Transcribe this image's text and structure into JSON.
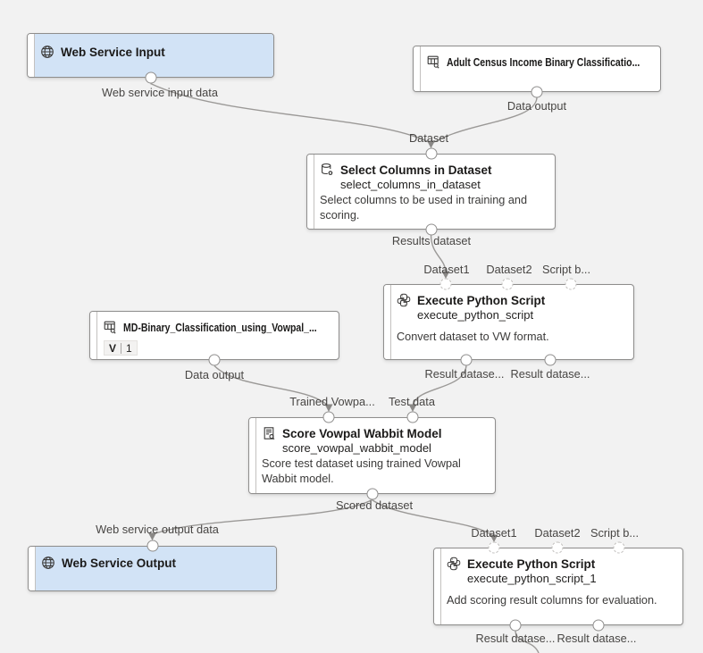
{
  "canvas": {
    "background_color": "#f2f2f2",
    "node_fill": "#ffffff",
    "web_service_node_fill": "#d2e3f6",
    "node_border_color": "#8f8e8d",
    "edge_color": "#9b9997",
    "port_fill": "#ffffff"
  },
  "nodes": [
    {
      "id": "web-service-input",
      "title": "Web Service Input",
      "icon": "globe-icon",
      "outputs": [
        {
          "label": "Web service input data"
        }
      ]
    },
    {
      "id": "adult-census-income-dataset",
      "title": "Adult Census Income Binary Classificatio...",
      "icon": "dataset-search-icon",
      "outputs": [
        {
          "label": "Data output"
        }
      ]
    },
    {
      "id": "select-columns-in-dataset",
      "title": "Select Columns in Dataset",
      "subtitle": "select_columns_in_dataset",
      "description": "Select columns to be used in training and scoring.",
      "icon": "select-columns-icon",
      "inputs": [
        {
          "label": "Dataset"
        }
      ],
      "outputs": [
        {
          "label": "Results dataset"
        }
      ]
    },
    {
      "id": "execute-python-script",
      "title": "Execute Python Script",
      "subtitle": "execute_python_script",
      "description": "Convert dataset to VW format.",
      "icon": "python-icon",
      "inputs": [
        {
          "label": "Dataset1"
        },
        {
          "label": "Dataset2"
        },
        {
          "label": "Script b..."
        }
      ],
      "outputs": [
        {
          "label": "Result datase..."
        },
        {
          "label": "Result datase..."
        }
      ]
    },
    {
      "id": "md-binary-classification-dataset",
      "title": "MD-Binary_Classification_using_Vowpal_...",
      "icon": "dataset-search-icon",
      "version_label": "V",
      "version_value": "1",
      "outputs": [
        {
          "label": "Data output"
        }
      ]
    },
    {
      "id": "score-vowpal-wabbit-model",
      "title": "Score Vowpal Wabbit Model",
      "subtitle": "score_vowpal_wabbit_model",
      "description": "Score test dataset using trained Vowpal Wabbit model.",
      "icon": "score-model-icon",
      "inputs": [
        {
          "label": "Trained Vowpa..."
        },
        {
          "label": "Test data"
        }
      ],
      "outputs": [
        {
          "label": "Scored dataset"
        }
      ]
    },
    {
      "id": "web-service-output",
      "title": "Web Service Output",
      "icon": "globe-icon",
      "inputs": [
        {
          "label": "Web service output data"
        }
      ]
    },
    {
      "id": "execute-python-script-1",
      "title": "Execute Python Script",
      "subtitle": "execute_python_script_1",
      "description": "Add scoring result columns for evaluation.",
      "icon": "python-icon",
      "inputs": [
        {
          "label": "Dataset1"
        },
        {
          "label": "Dataset2"
        },
        {
          "label": "Script b..."
        }
      ],
      "outputs": [
        {
          "label": "Result datase..."
        },
        {
          "label": "Result datase..."
        }
      ]
    }
  ],
  "edges": [
    {
      "from": "web-service-input / Web service input data",
      "to": "select-columns-in-dataset / Dataset"
    },
    {
      "from": "adult-census-income-dataset / Data output",
      "to": "select-columns-in-dataset / Dataset"
    },
    {
      "from": "select-columns-in-dataset / Results dataset",
      "to": "execute-python-script / Dataset1"
    },
    {
      "from": "execute-python-script / Result dataset (left)",
      "to": "score-vowpal-wabbit-model / Test data"
    },
    {
      "from": "md-binary-classification-dataset / Data output",
      "to": "score-vowpal-wabbit-model / Trained Vowpa..."
    },
    {
      "from": "score-vowpal-wabbit-model / Scored dataset",
      "to": "web-service-output / Web service output data"
    },
    {
      "from": "score-vowpal-wabbit-model / Scored dataset",
      "to": "execute-python-script-1 / Dataset1"
    },
    {
      "from": "execute-python-script-1 / Result dataset (left)",
      "to": "offscreen-bottom"
    }
  ]
}
